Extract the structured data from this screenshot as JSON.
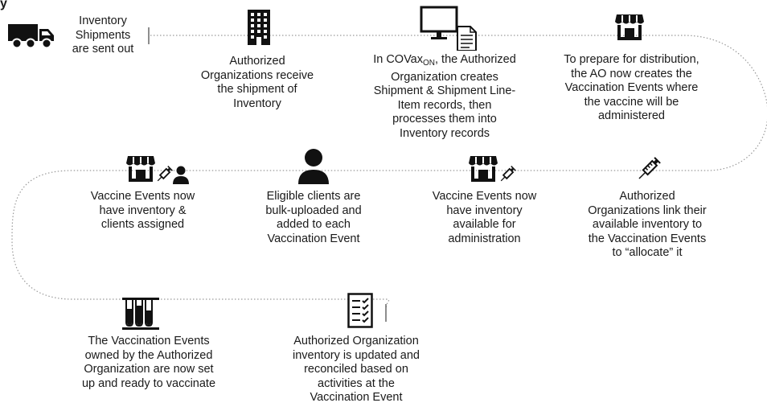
{
  "heading_fragment": "y",
  "steps": [
    {
      "lines": [
        "Inventory",
        "Shipments",
        "are sent out"
      ]
    },
    {
      "lines": [
        "Authorized",
        "Organizations receive",
        "the shipment of",
        "Inventory"
      ]
    },
    {
      "prefix": "In COVax",
      "subscript": "ON",
      "suffix": ", the Authorized",
      "lines": [
        "Organization creates",
        "Shipment & Shipment Line-",
        "Item records, then",
        "processes them into",
        "Inventory records"
      ]
    },
    {
      "lines": [
        "To prepare for distribution,",
        "the AO now creates the",
        "Vaccination Events where",
        "the vaccine will be",
        "administered"
      ]
    },
    {
      "lines": [
        "Authorized",
        "Organizations link their",
        "available inventory to",
        "the Vaccination Events",
        "to “allocate” it"
      ]
    },
    {
      "lines": [
        "Vaccine Events now",
        "have inventory",
        "available for",
        "administration"
      ]
    },
    {
      "lines": [
        "Eligible clients are",
        "bulk-uploaded and",
        "added to each",
        "Vaccination Event"
      ]
    },
    {
      "lines": [
        "Vaccine Events now",
        "have inventory &",
        "clients assigned"
      ]
    },
    {
      "lines": [
        "The Vaccination Events",
        "owned by the Authorized",
        "Organization are now set",
        "up and ready to vaccinate"
      ]
    },
    {
      "lines": [
        "Authorized Organization",
        "inventory is updated and",
        "reconciled based on",
        "activities at the",
        "Vaccination Event"
      ]
    }
  ],
  "icons": [
    "truck-icon",
    "office-building-icon",
    "computer-document-icon",
    "storefront-icon",
    "syringe-icon",
    "storefront-syringe-icon",
    "person-icon",
    "storefront-syringe-person-icon",
    "test-tubes-icon",
    "checklist-icon"
  ]
}
